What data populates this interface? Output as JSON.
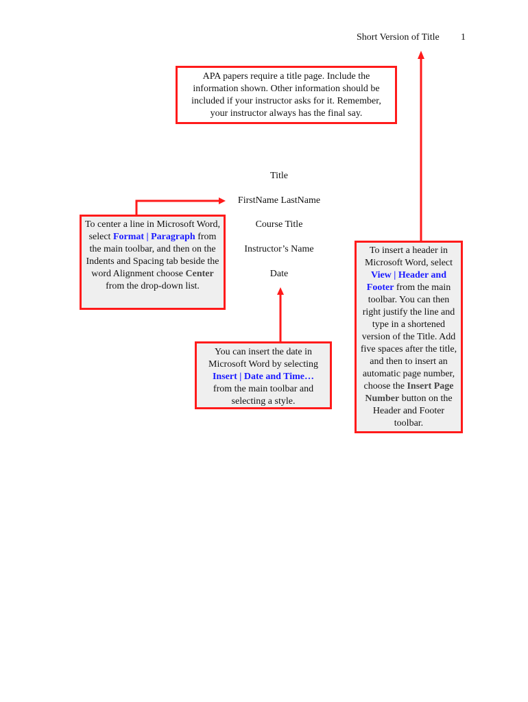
{
  "header": {
    "running_head": "Short Version of Title",
    "page_number": "1"
  },
  "title_page": {
    "title": "Title",
    "author": "FirstName LastName",
    "course": "Course Title",
    "instructor": "Instructor’s Name",
    "date": "Date"
  },
  "callouts": {
    "title_page_note": "APA papers require a title page. Include the information shown. Other information should be included if your instructor asks for it. Remember, your instructor always has the final say.",
    "center_note": {
      "before": "To center a line in Microsoft Word, select ",
      "menu": "Format | Paragraph",
      "middle": " from the main toolbar, and then on the Indents and Spacing tab beside the word Alignment choose ",
      "option": "Center",
      "after": " from the drop-down list."
    },
    "date_note": {
      "before": "You can insert the date in Microsoft Word by selecting ",
      "menu": "Insert | Date and Time…",
      "after": " from the main toolbar and selecting a style."
    },
    "header_note": {
      "before": "To insert a header in Microsoft Word, select ",
      "menu": "View | Header and Footer",
      "middle": " from the main toolbar. You can then right justify the line and type in a shortened version of the Title. Add five spaces after the title, and then to insert an automatic page number, choose the ",
      "button": "Insert Page Number",
      "after": " button on the Header and Footer toolbar."
    }
  },
  "colors": {
    "callout_border": "#ff1a1a",
    "menu_text": "#1a1aff",
    "callout_fill": "#efefef"
  }
}
